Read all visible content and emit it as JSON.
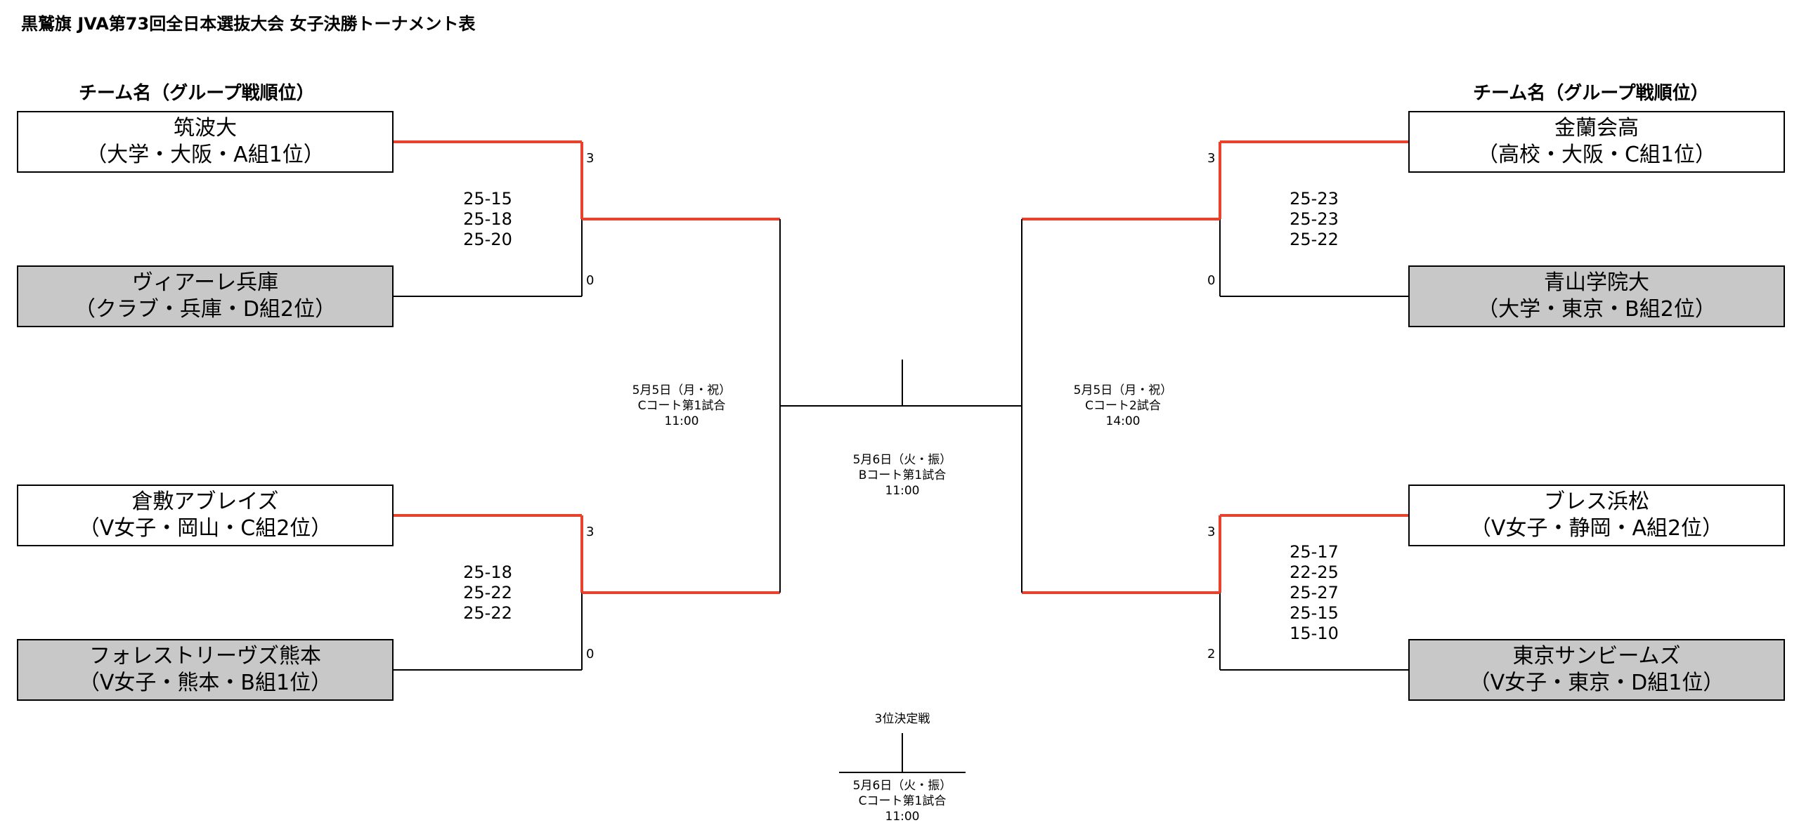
{
  "title": "黒鷲旗 JVA第73回全日本選抜大会 女子決勝トーナメント表",
  "column_header_left": "チーム名（グループ戦順位）",
  "column_header_right": "チーム名（グループ戦順位）",
  "colors": {
    "winner_line": "#e8412c",
    "line": "#000000",
    "loser_box": "#c8c8c8"
  },
  "teams": {
    "L1": {
      "name": "筑波大",
      "detail": "（大学・大阪・A組1位）"
    },
    "L2": {
      "name": "ヴィアーレ兵庫",
      "detail": "（クラブ・兵庫・D組2位）"
    },
    "L3": {
      "name": "倉敷アブレイズ",
      "detail": "（V女子・岡山・C組2位）"
    },
    "L4": {
      "name": "フォレストリーヴズ熊本",
      "detail": "（V女子・熊本・B組1位）"
    },
    "R1": {
      "name": "金蘭会高",
      "detail": "（高校・大阪・C組1位）"
    },
    "R2": {
      "name": "青山学院大",
      "detail": "（大学・東京・B組2位）"
    },
    "R3": {
      "name": "ブレス浜松",
      "detail": "（V女子・静岡・A組2位）"
    },
    "R4": {
      "name": "東京サンビームズ",
      "detail": "（V女子・東京・D組1位）"
    }
  },
  "results": {
    "L_top": {
      "upper": "3",
      "lower": "0",
      "sets": [
        "25-15",
        "25-18",
        "25-20"
      ]
    },
    "L_bot": {
      "upper": "3",
      "lower": "0",
      "sets": [
        "25-18",
        "25-22",
        "25-22"
      ]
    },
    "R_top": {
      "upper": "3",
      "lower": "0",
      "sets": [
        "25-23",
        "25-23",
        "25-22"
      ]
    },
    "R_bot": {
      "upper": "3",
      "lower": "2",
      "sets": [
        "25-17",
        "22-25",
        "25-27",
        "25-15",
        "15-10"
      ]
    }
  },
  "matches": {
    "semi_left": {
      "date": "5月5日（月・祝）",
      "court": "Cコート第1試合",
      "time": "11:00"
    },
    "semi_right": {
      "date": "5月5日（月・祝）",
      "court": "Cコート2試合",
      "time": "14:00"
    },
    "final": {
      "date": "5月6日（火・振）",
      "court": "Bコート第1試合",
      "time": "11:00"
    },
    "third": {
      "label": "3位決定戦",
      "date": "5月6日（火・振）",
      "court": "Cコート第1試合",
      "time": "11:00"
    }
  }
}
